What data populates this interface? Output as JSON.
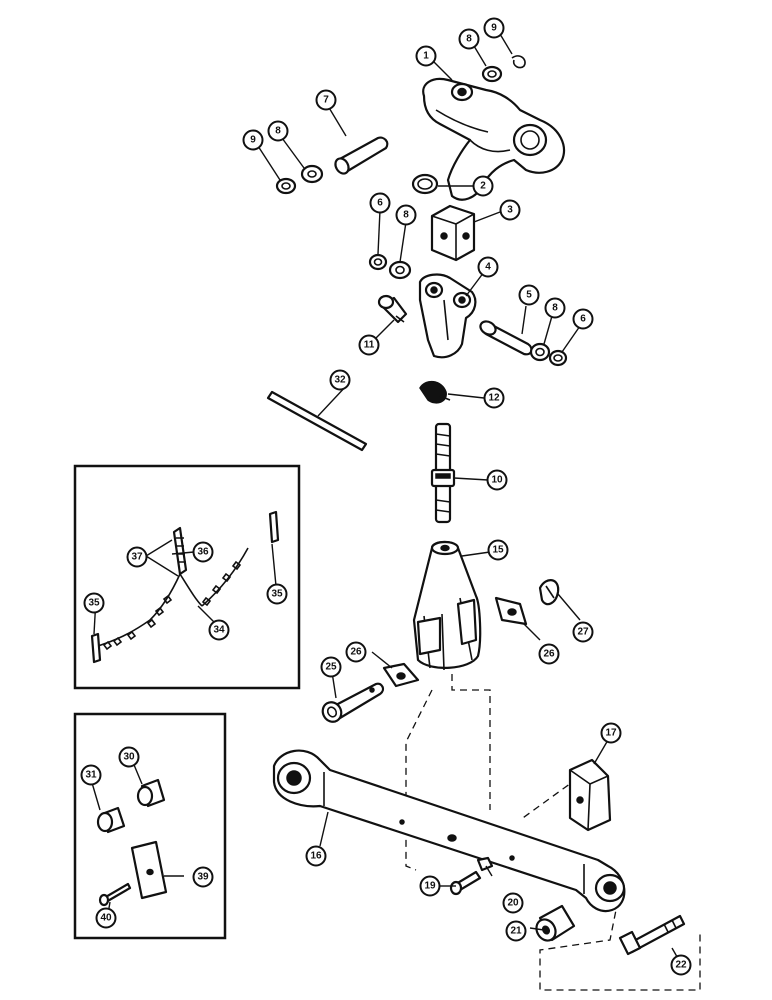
{
  "callouts": [
    {
      "id": "c1",
      "label": "1"
    },
    {
      "id": "c8a",
      "label": "8"
    },
    {
      "id": "c9a",
      "label": "9"
    },
    {
      "id": "c7",
      "label": "7"
    },
    {
      "id": "c8b",
      "label": "8"
    },
    {
      "id": "c9b",
      "label": "9"
    },
    {
      "id": "c2",
      "label": "2"
    },
    {
      "id": "c3",
      "label": "3"
    },
    {
      "id": "c6a",
      "label": "6"
    },
    {
      "id": "c8c",
      "label": "8"
    },
    {
      "id": "c4",
      "label": "4"
    },
    {
      "id": "c5",
      "label": "5"
    },
    {
      "id": "c8d",
      "label": "8"
    },
    {
      "id": "c6b",
      "label": "6"
    },
    {
      "id": "c11",
      "label": "11"
    },
    {
      "id": "c32",
      "label": "32"
    },
    {
      "id": "c12",
      "label": "12"
    },
    {
      "id": "c10",
      "label": "10"
    },
    {
      "id": "c15",
      "label": "15"
    },
    {
      "id": "c37",
      "label": "37"
    },
    {
      "id": "c36",
      "label": "36"
    },
    {
      "id": "c35a",
      "label": "35"
    },
    {
      "id": "c34",
      "label": "34"
    },
    {
      "id": "c35b",
      "label": "35"
    },
    {
      "id": "c27",
      "label": "27"
    },
    {
      "id": "c26a",
      "label": "26"
    },
    {
      "id": "c26b",
      "label": "26"
    },
    {
      "id": "c25",
      "label": "25"
    },
    {
      "id": "c17",
      "label": "17"
    },
    {
      "id": "c30",
      "label": "30"
    },
    {
      "id": "c31",
      "label": "31"
    },
    {
      "id": "c16",
      "label": "16"
    },
    {
      "id": "c39",
      "label": "39"
    },
    {
      "id": "c40",
      "label": "40"
    },
    {
      "id": "c19",
      "label": "19"
    },
    {
      "id": "c20",
      "label": "20"
    },
    {
      "id": "c21",
      "label": "21"
    },
    {
      "id": "c22",
      "label": "22"
    }
  ]
}
